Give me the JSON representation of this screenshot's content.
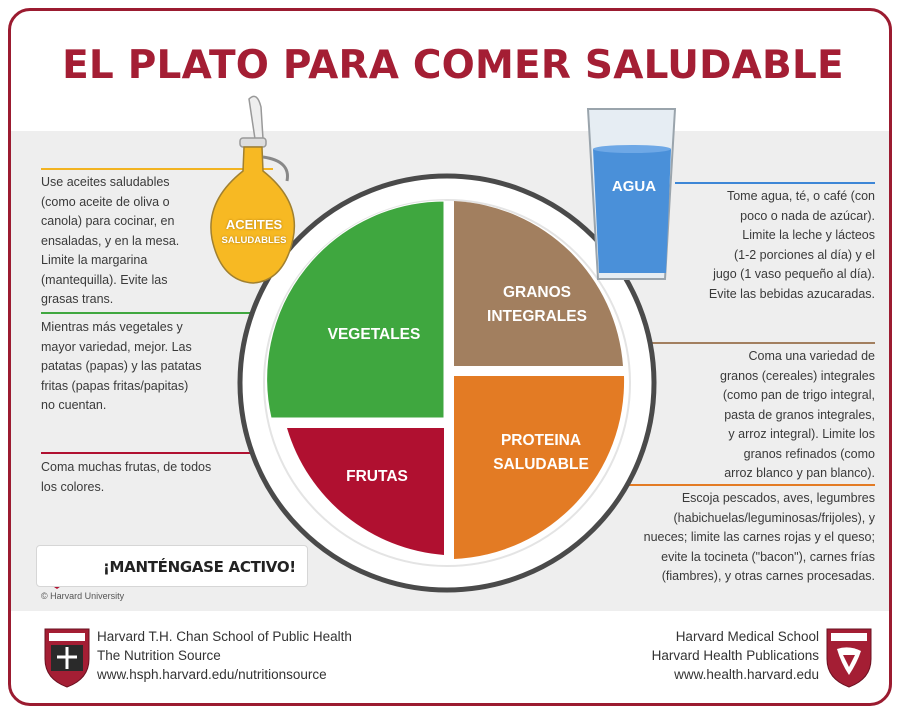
{
  "title": "EL PLATO PARA COMER SALUDABLE",
  "oil": {
    "bottle_label_1": "ACEITES",
    "bottle_label_2": "SALUDABLES",
    "text": [
      "Use aceites saludables",
      "(como aceite de oliva o",
      "canola) para cocinar, en",
      "ensaladas, y en la mesa.",
      "Limite la margarina",
      "(mantequilla). Evite las",
      "grasas trans."
    ]
  },
  "vegetables": {
    "label": "VEGETALES",
    "text": [
      "Mientras más vegetales y",
      "mayor variedad, mejor. Las",
      "patatas (papas) y las patatas",
      "fritas (papas fritas/papitas)",
      "no cuentan."
    ]
  },
  "fruits": {
    "label": "FRUTAS",
    "text": [
      "Coma muchas frutas, de todos",
      "los colores."
    ]
  },
  "water": {
    "label": "AGUA",
    "text": [
      "Tome agua, té, o café (con",
      "poco o nada de azúcar).",
      "Limite la leche y lácteos",
      "(1-2 porciones al día) y el",
      "jugo (1 vaso pequeño al día).",
      "Evite las bebidas azucaradas."
    ]
  },
  "grains": {
    "label_1": "GRANOS",
    "label_2": "INTEGRALES",
    "text": [
      "Coma una variedad de",
      "granos (cereales) integrales",
      "(como pan de trigo integral,",
      "pasta de granos integrales,",
      "y arroz integral). Limite los",
      "granos refinados (como",
      "arroz blanco y pan blanco)."
    ]
  },
  "protein": {
    "label_1": "PROTEINA",
    "label_2": "SALUDABLE",
    "text": [
      "Escoja pescados, aves, legumbres",
      "(habichuelas/leguminosas/frijoles), y",
      "nueces; limite las carnes rojas y el queso;",
      "evite la tocineta (\"bacon\"), carnes frías",
      "(fiambres), y otras carnes procesadas."
    ]
  },
  "active": {
    "label": "¡MANTÉNGASE ACTIVO!",
    "icon": "running-person-icon"
  },
  "copyright": "© Harvard University",
  "footer": {
    "left": [
      "Harvard T.H. Chan School of Public Health",
      "The Nutrition Source",
      "www.hsph.harvard.edu/nutritionsource"
    ],
    "right": [
      "Harvard Medical School",
      "Harvard Health Publications",
      "www.health.harvard.edu"
    ]
  },
  "colors": {
    "title": "#a41e34",
    "vegetables": "#3fa73f",
    "grains": "#a27f5f",
    "fruits": "#b01030",
    "protein": "#e37b24",
    "oil": "#f7b923",
    "water": "#4a90d9",
    "water_line": "#3d86d6"
  }
}
